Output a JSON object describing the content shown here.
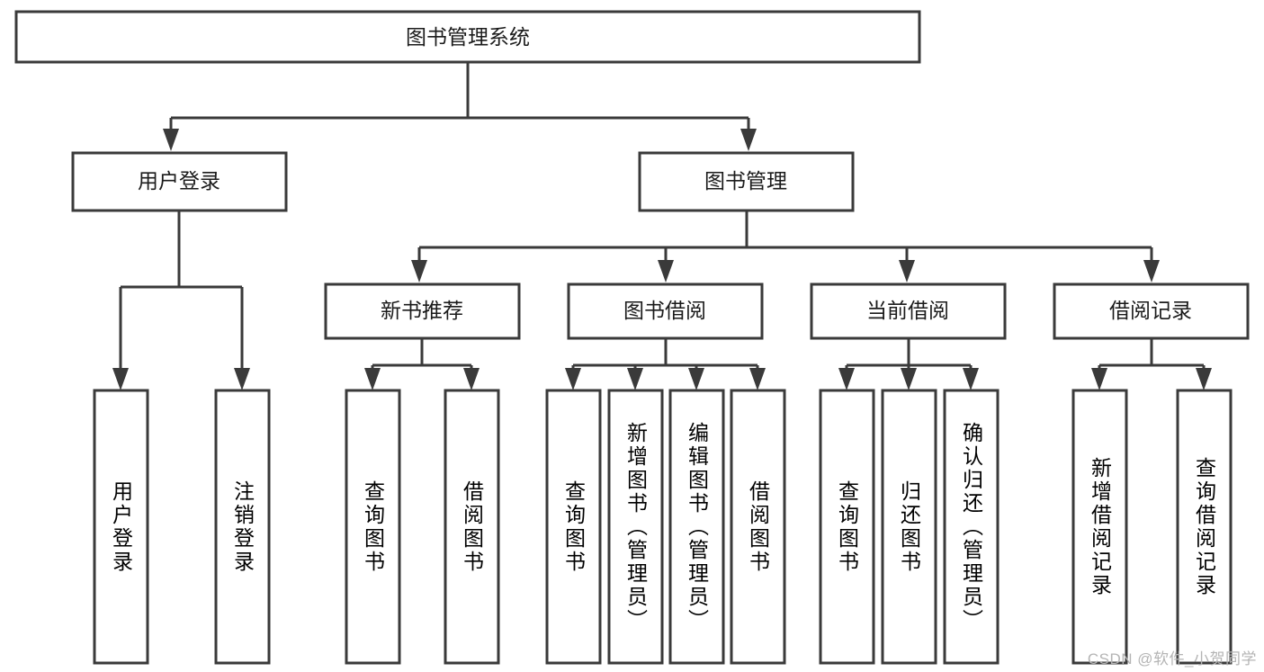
{
  "diagram": {
    "kind": "tree-hierarchy-chart",
    "title_node": {
      "id": "root",
      "label": "图书管理系统",
      "orientation": "horizontal"
    },
    "level2": [
      {
        "id": "user-login",
        "label": "用户登录",
        "orientation": "horizontal"
      },
      {
        "id": "book-management",
        "label": "图书管理",
        "orientation": "horizontal"
      }
    ],
    "level3": [
      {
        "id": "new-book-recommend",
        "label": "新书推荐",
        "orientation": "horizontal",
        "parent": "book-management"
      },
      {
        "id": "book-borrow",
        "label": "图书借阅",
        "orientation": "horizontal",
        "parent": "book-management"
      },
      {
        "id": "current-borrow",
        "label": "当前借阅",
        "orientation": "horizontal",
        "parent": "book-management"
      },
      {
        "id": "borrow-record",
        "label": "借阅记录",
        "orientation": "horizontal",
        "parent": "book-management"
      }
    ],
    "leaves": [
      {
        "id": "leaf-user-login",
        "label": "用户登录",
        "orientation": "vertical",
        "parent": "user-login"
      },
      {
        "id": "leaf-logout-login",
        "label": "注销登录",
        "orientation": "vertical",
        "parent": "user-login"
      },
      {
        "id": "leaf-query-book-1",
        "label": "查询图书",
        "orientation": "vertical",
        "parent": "new-book-recommend"
      },
      {
        "id": "leaf-borrow-book-1",
        "label": "借阅图书",
        "orientation": "vertical",
        "parent": "new-book-recommend"
      },
      {
        "id": "leaf-query-book-2",
        "label": "查询图书",
        "orientation": "vertical",
        "parent": "book-borrow"
      },
      {
        "id": "leaf-add-book",
        "label": "新增图书（管理员）",
        "orientation": "vertical",
        "parent": "book-borrow"
      },
      {
        "id": "leaf-edit-book",
        "label": "编辑图书（管理员）",
        "orientation": "vertical",
        "parent": "book-borrow"
      },
      {
        "id": "leaf-borrow-book-2",
        "label": "借阅图书",
        "orientation": "vertical",
        "parent": "book-borrow"
      },
      {
        "id": "leaf-query-book-3",
        "label": "查询图书",
        "orientation": "vertical",
        "parent": "current-borrow"
      },
      {
        "id": "leaf-return-book",
        "label": "归还图书",
        "orientation": "vertical",
        "parent": "current-borrow"
      },
      {
        "id": "leaf-confirm-return",
        "label": "确认归还（管理员）",
        "orientation": "vertical",
        "parent": "current-borrow"
      },
      {
        "id": "leaf-add-record",
        "label": "新增借阅记录",
        "orientation": "vertical",
        "parent": "borrow-record"
      },
      {
        "id": "leaf-query-record",
        "label": "查询借阅记录",
        "orientation": "vertical",
        "parent": "borrow-record"
      }
    ]
  },
  "watermark": {
    "text": "CSDN @软件_小贺同学"
  },
  "colors": {
    "stroke": "#3a3a3a",
    "fill": "#ffffff",
    "text": "#1b1b1b",
    "watermark": "#b4b4b4",
    "background": "#ffffff"
  }
}
